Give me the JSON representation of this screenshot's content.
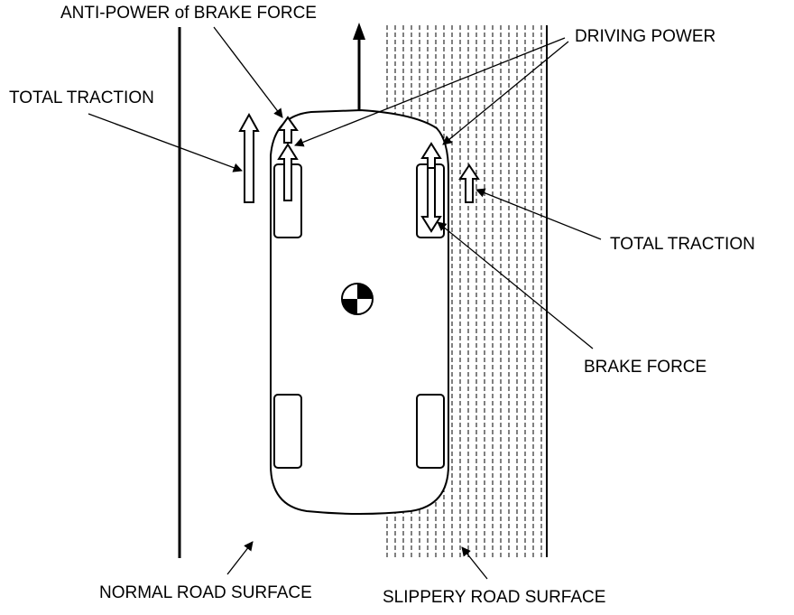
{
  "labels": {
    "anti_power": "ANTI-POWER of BRAKE FORCE",
    "driving_power": "DRIVING POWER",
    "total_traction_left": "TOTAL TRACTION",
    "total_traction_right": "TOTAL TRACTION",
    "brake_force": "BRAKE FORCE",
    "normal_road": "NORMAL ROAD SURFACE",
    "slippery_road": "SLIPPERY ROAD SURFACE"
  }
}
